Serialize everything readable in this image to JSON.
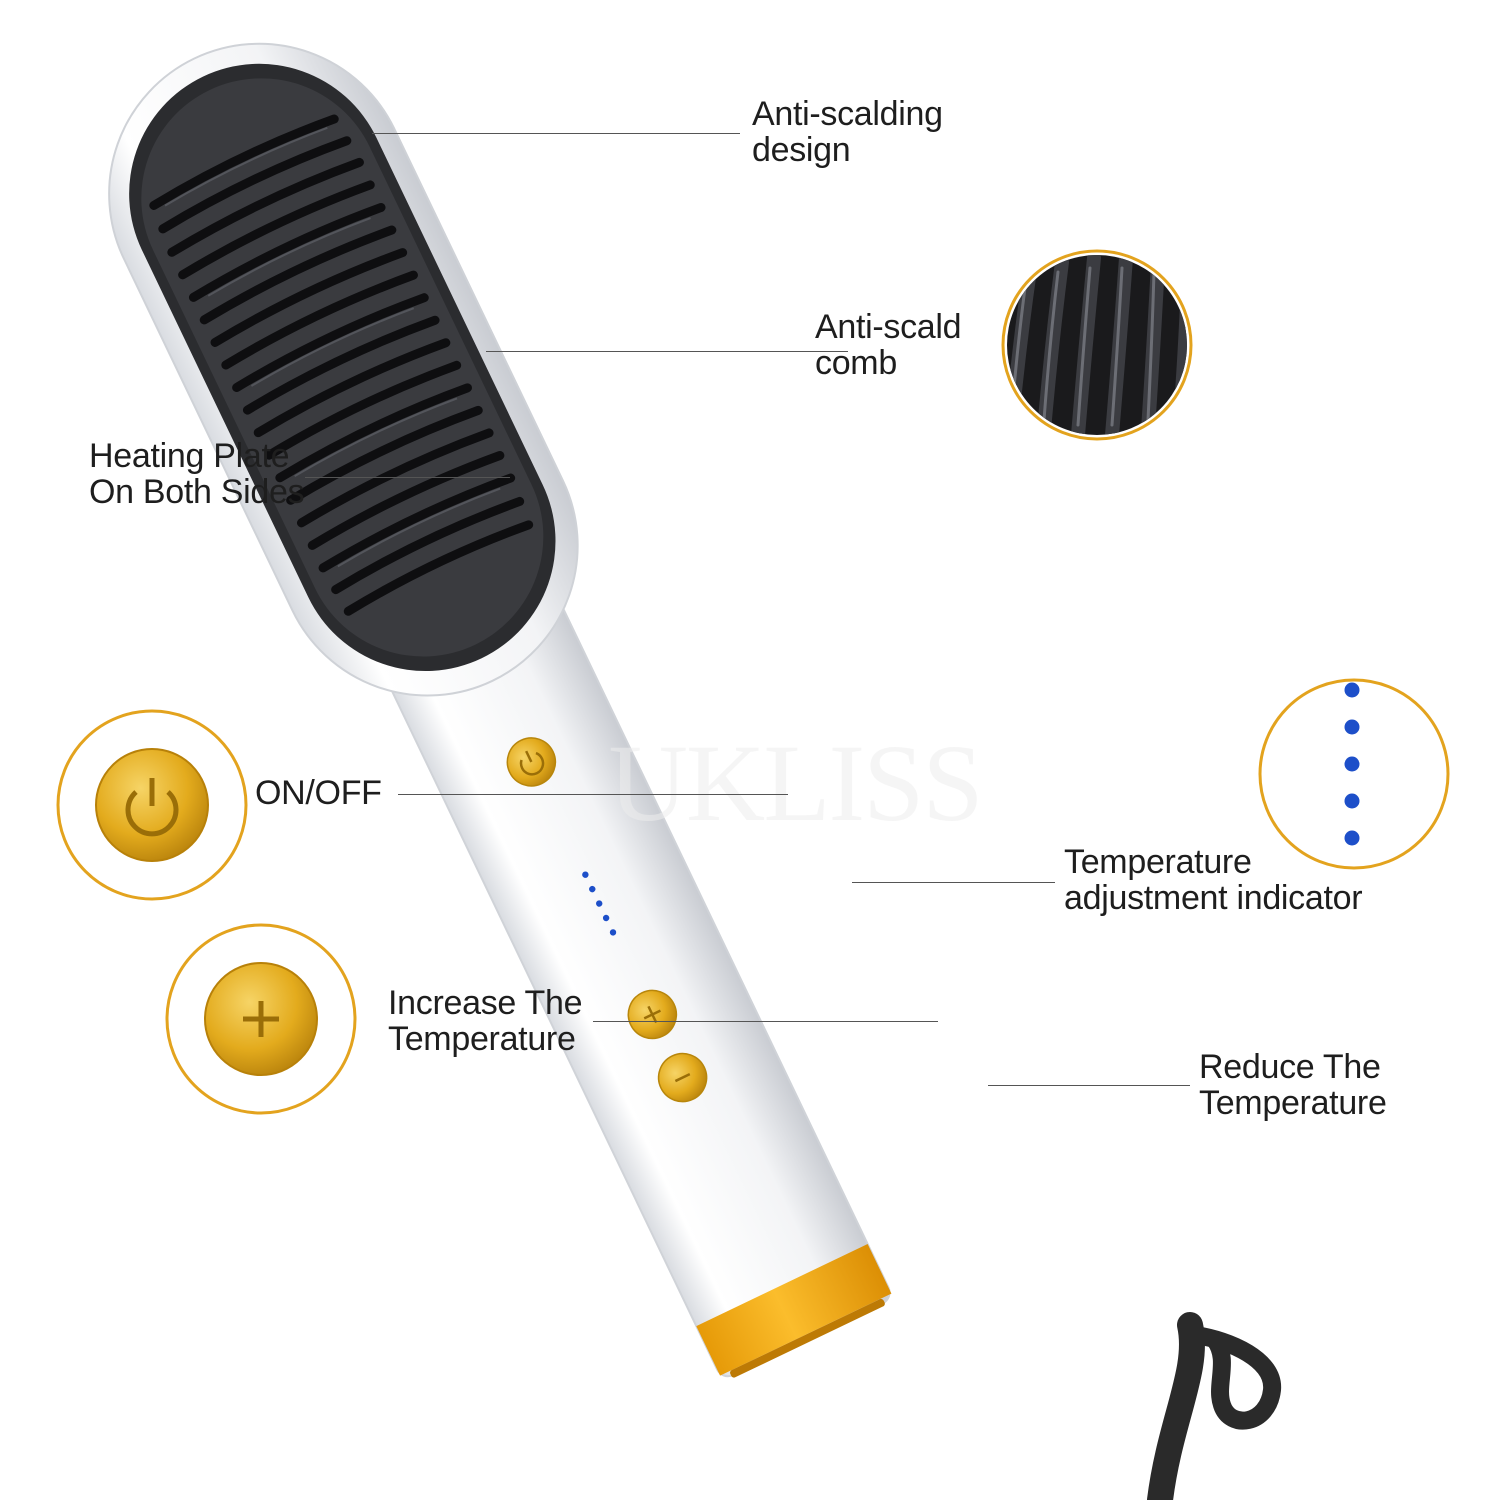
{
  "watermark": "UKLISS",
  "callouts": {
    "anti_scalding_design": [
      "Anti-scalding",
      "design"
    ],
    "anti_scald_comb": [
      "Anti-scald",
      "comb"
    ],
    "heating_plate": [
      "Heating Plate",
      "On Both Sides"
    ],
    "on_off": [
      "ON/OFF"
    ],
    "temperature_indicator": [
      "Temperature",
      "adjustment indicator"
    ],
    "increase_temperature": [
      "Increase The",
      "Temperature"
    ],
    "reduce_temperature": [
      "Reduce The",
      "Temperature"
    ]
  },
  "colors": {
    "gold": "#e7b322",
    "gold_dark": "#c98f0f",
    "comb": "#1c1c1e",
    "body": "#f4f5f7",
    "indicator_blue": "#1d4fc9",
    "collar": "#f3a912"
  },
  "indicator_led_count": 5
}
